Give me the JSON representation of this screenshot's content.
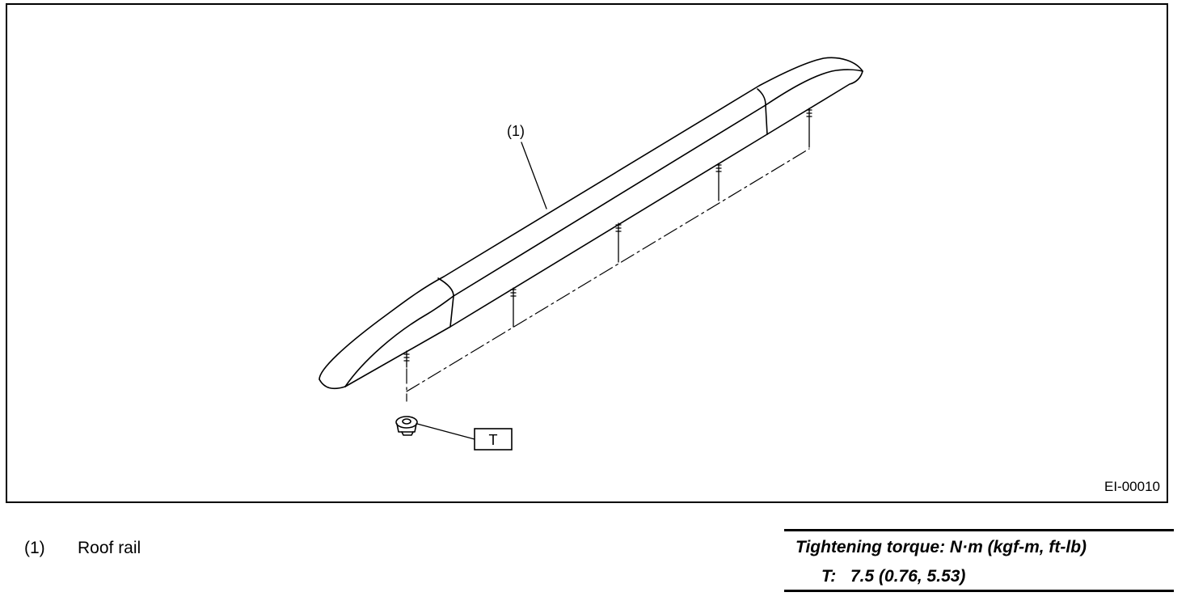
{
  "figure": {
    "id": "EI-00010",
    "callout_label": "(1)",
    "tag_label": "T"
  },
  "legend": [
    {
      "num": "(1)",
      "text": "Roof rail"
    }
  ],
  "torque_table": {
    "title": "Tightening torque: N·m (kgf-m, ft-lb)",
    "rows": [
      {
        "symbol": "T:",
        "value": "7.5 (0.76, 5.53)"
      }
    ]
  }
}
